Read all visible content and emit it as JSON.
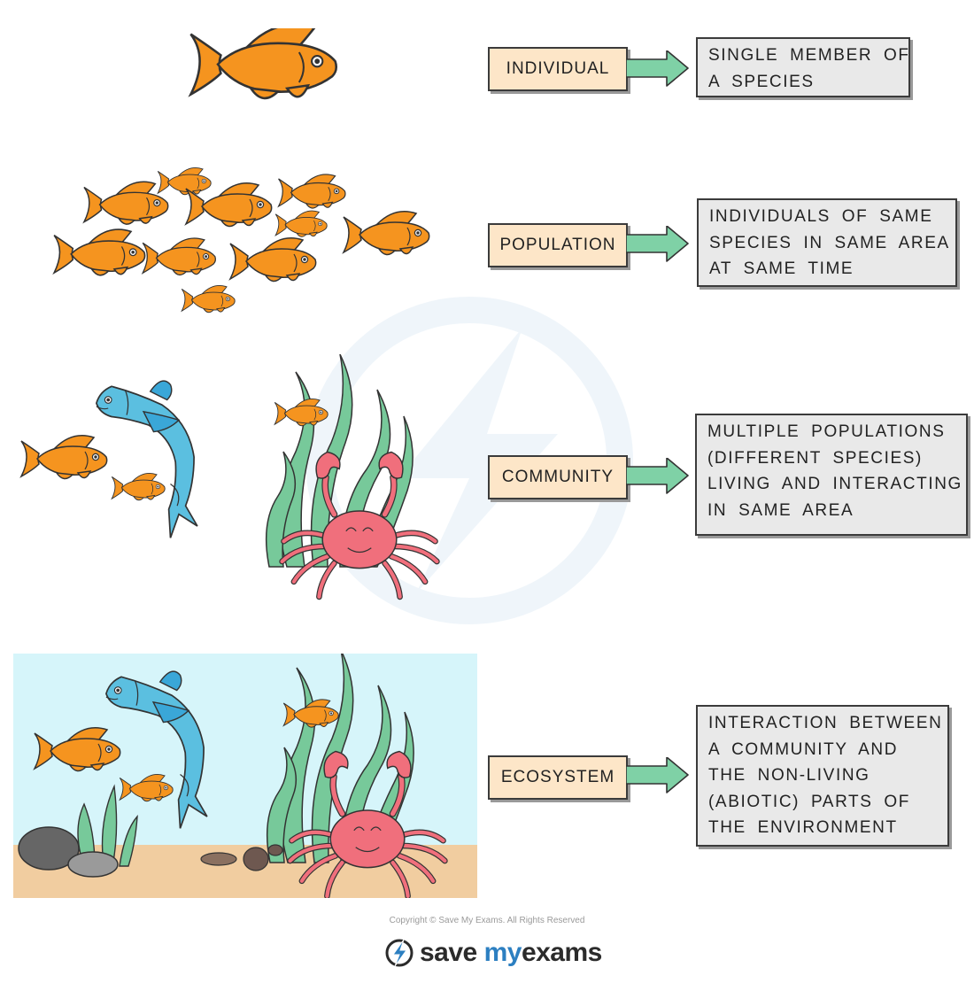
{
  "levels": [
    {
      "label": "INDIVIDUAL",
      "description": [
        "SINGLE MEMBER OF",
        "A SPECIES"
      ]
    },
    {
      "label": "POPULATION",
      "description": [
        "INDIVIDUALS OF SAME",
        "SPECIES IN SAME AREA",
        "AT SAME TIME"
      ]
    },
    {
      "label": "COMMUNITY",
      "description": [
        "MULTIPLE POPULATIONS",
        "(DIFFERENT SPECIES)",
        "LIVING AND INTERACTING",
        "IN SAME AREA"
      ]
    },
    {
      "label": "ECOSYSTEM",
      "description": [
        "INTERACTION BETWEEN",
        "A COMMUNITY AND",
        "THE NON-LIVING",
        "(ABIOTIC) PARTS OF",
        "THE ENVIRONMENT"
      ]
    }
  ],
  "footer": {
    "copyright": "Copyright © Save My Exams. All Rights Reserved",
    "logo": {
      "word1": "save ",
      "word2": "my",
      "word3": "exams"
    }
  },
  "colors": {
    "label_fill": "#fde6c8",
    "description_fill": "#e9e9e9",
    "arrow_fill": "#7fd1a6",
    "goldfish": "#f5941f",
    "big_fish": "#5bbfe0",
    "crab": "#f06f7c",
    "seaweed": "#77c99a",
    "water": "#d6f5fa",
    "sand": "#f1cda0",
    "brand_blue": "#2c7fc1"
  },
  "icons": [
    "goldfish-icon",
    "salmon-icon",
    "crab-icon",
    "seaweed-icon",
    "rock-icon",
    "lightning-logo-icon"
  ]
}
